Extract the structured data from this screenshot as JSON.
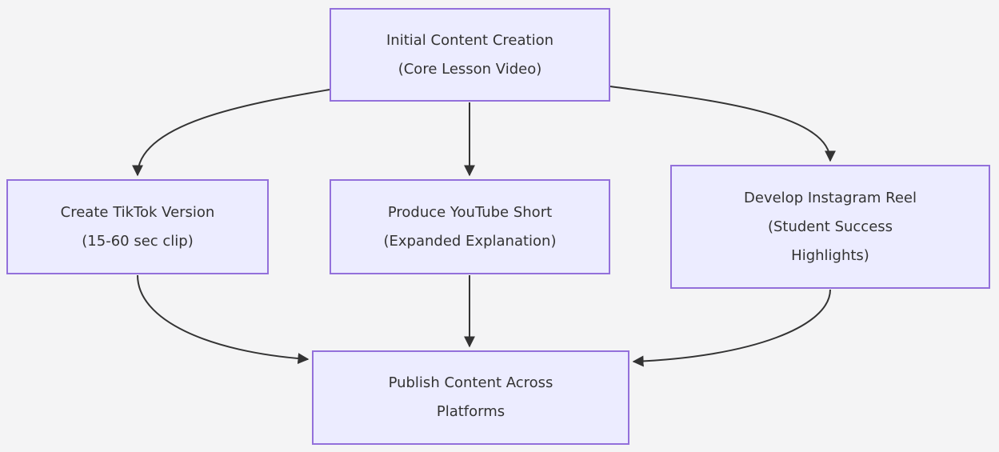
{
  "diagram": {
    "type": "flowchart",
    "direction": "top-down",
    "colors": {
      "background": "#f4f4f5",
      "node-fill": "#ECECFF",
      "node-border": "#9370DB",
      "edge": "#333333",
      "text": "#333333"
    },
    "nodes": {
      "initial": {
        "lines": [
          "Initial Content Creation",
          "(Core Lesson Video)"
        ]
      },
      "tiktok": {
        "lines": [
          "Create TikTok Version",
          "(15-60 sec clip)"
        ]
      },
      "youtube": {
        "lines": [
          "Produce YouTube Short",
          "(Expanded Explanation)"
        ]
      },
      "instagram": {
        "lines": [
          "Develop Instagram Reel",
          "(Student Success",
          "Highlights)"
        ]
      },
      "publish": {
        "lines": [
          "Publish Content Across",
          "Platforms"
        ]
      }
    },
    "edges": [
      {
        "from": "initial",
        "to": "tiktok"
      },
      {
        "from": "initial",
        "to": "youtube"
      },
      {
        "from": "initial",
        "to": "instagram"
      },
      {
        "from": "tiktok",
        "to": "publish"
      },
      {
        "from": "youtube",
        "to": "publish"
      },
      {
        "from": "instagram",
        "to": "publish"
      }
    ]
  }
}
